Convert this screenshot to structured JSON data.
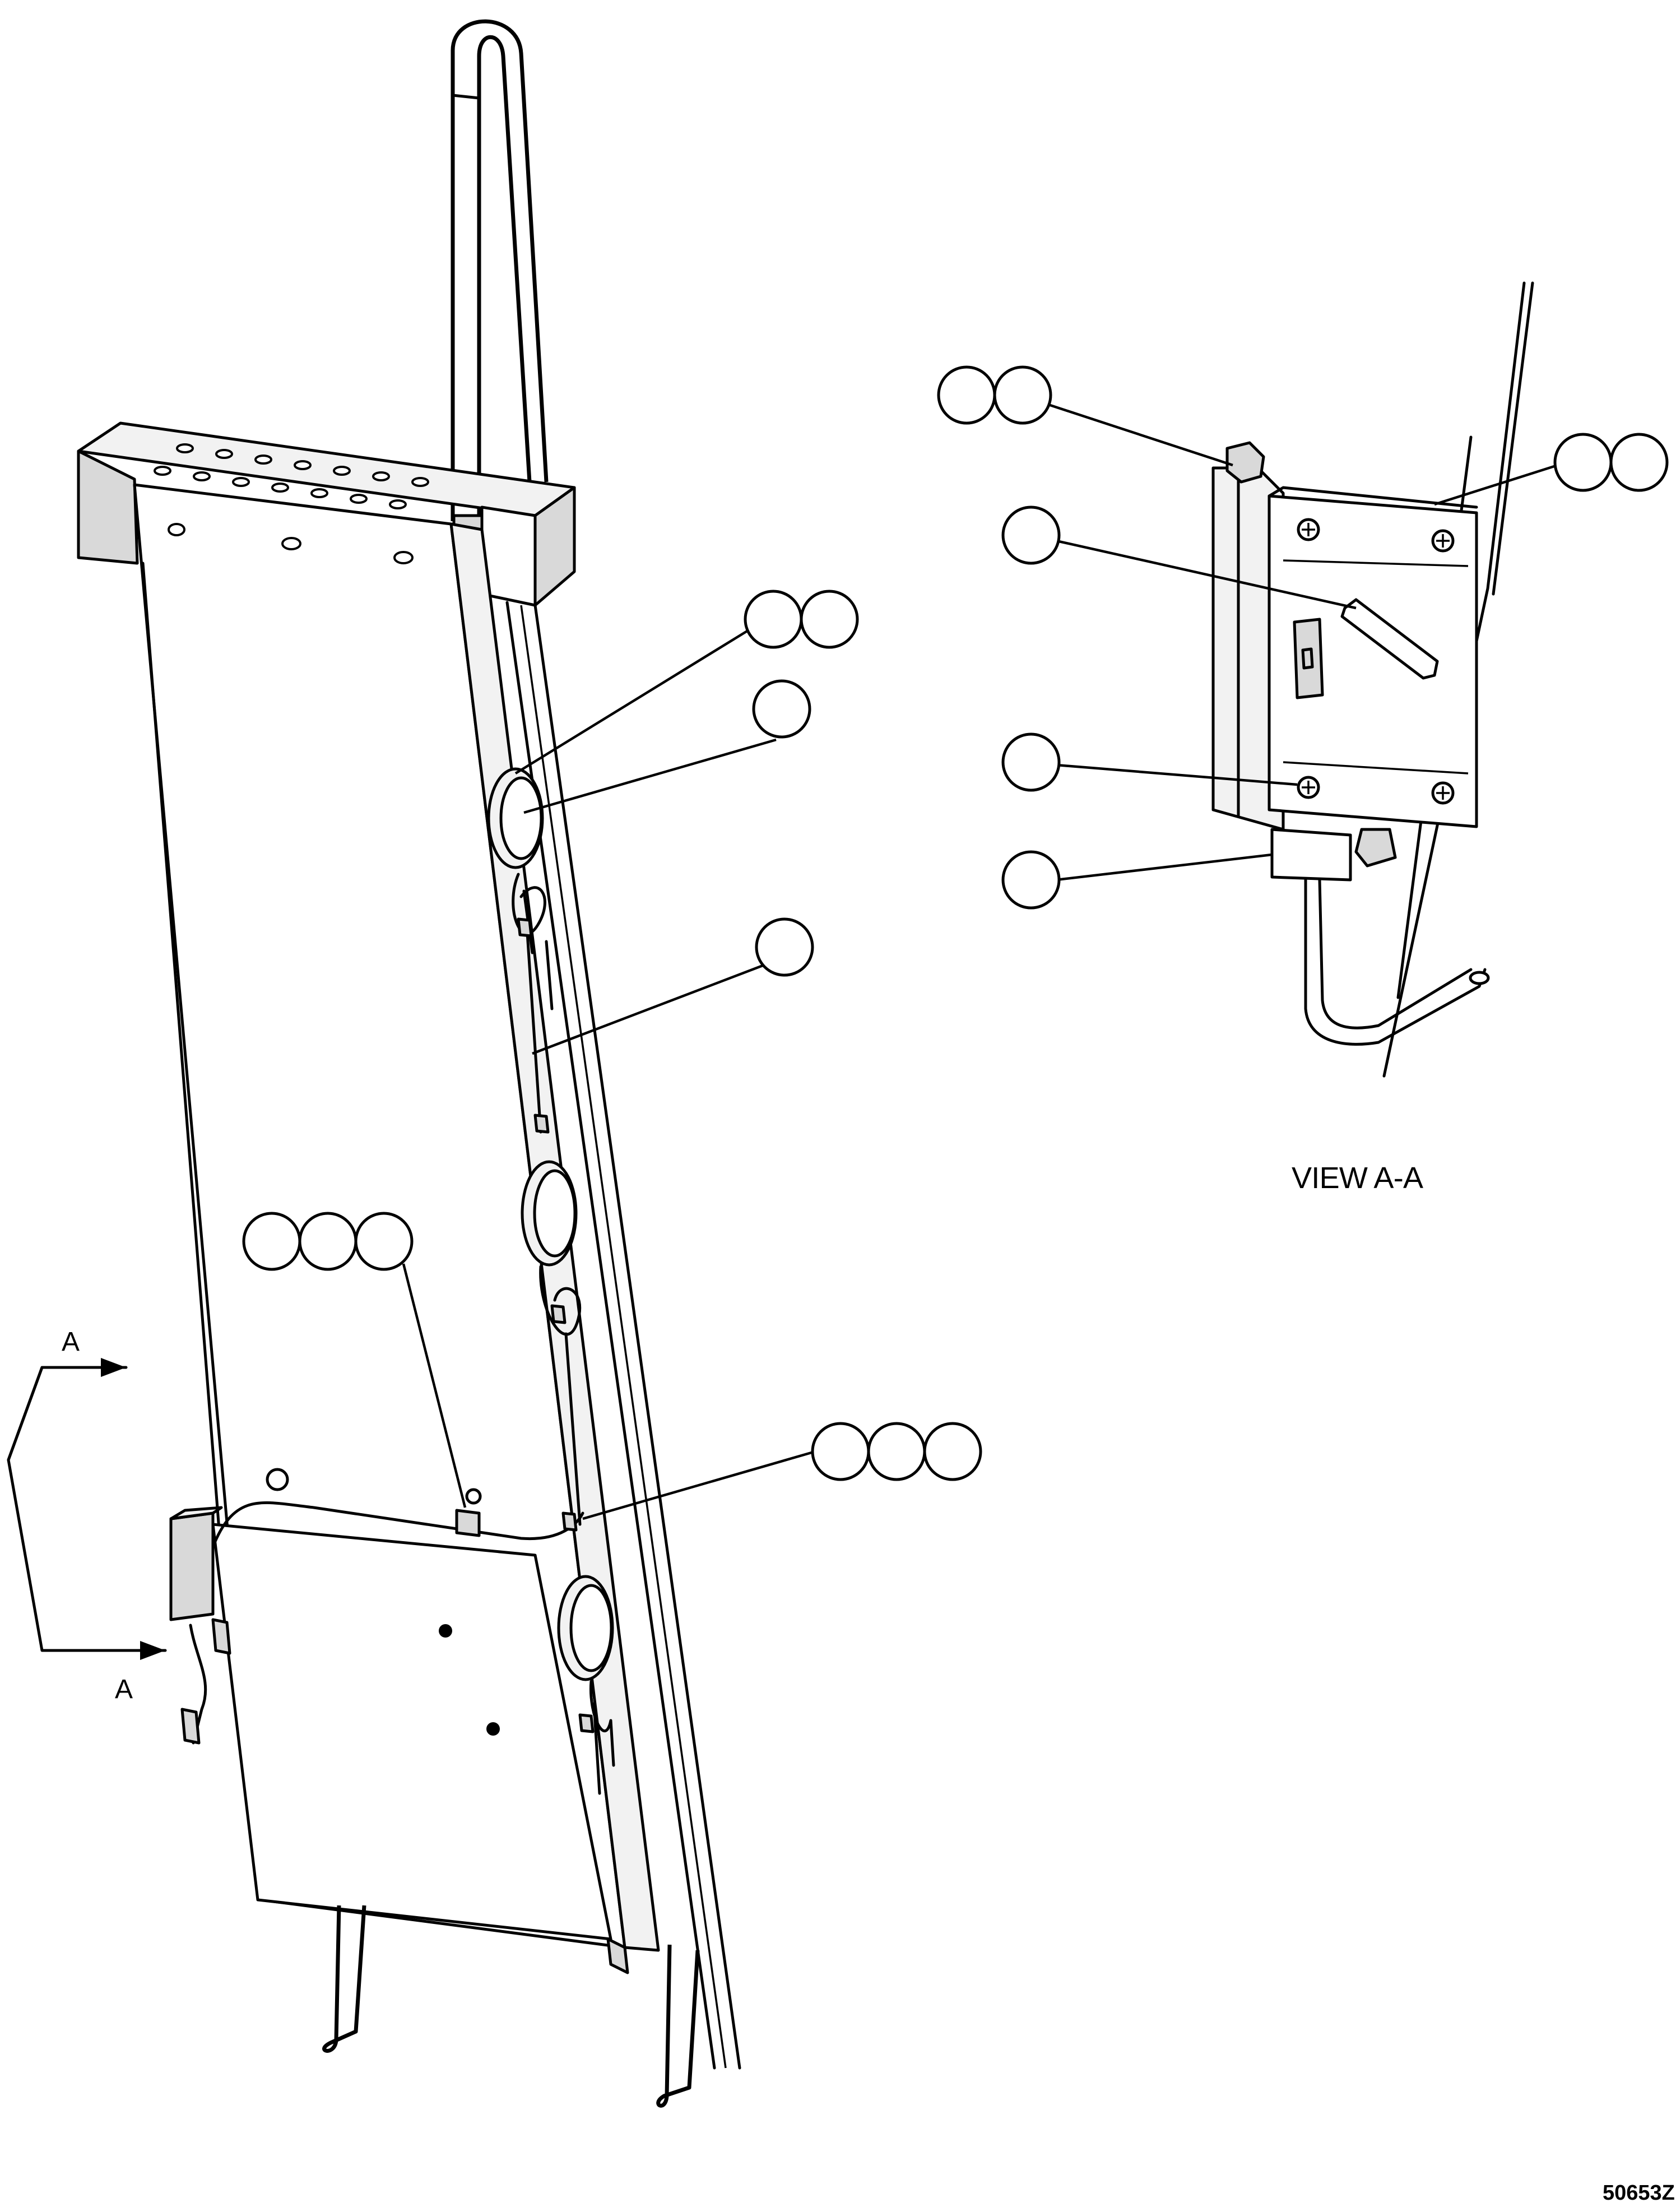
{
  "section_markers": {
    "upper": "A",
    "lower": "A"
  },
  "view_title": "VIEW A-A",
  "drawing_number": "50653Z"
}
